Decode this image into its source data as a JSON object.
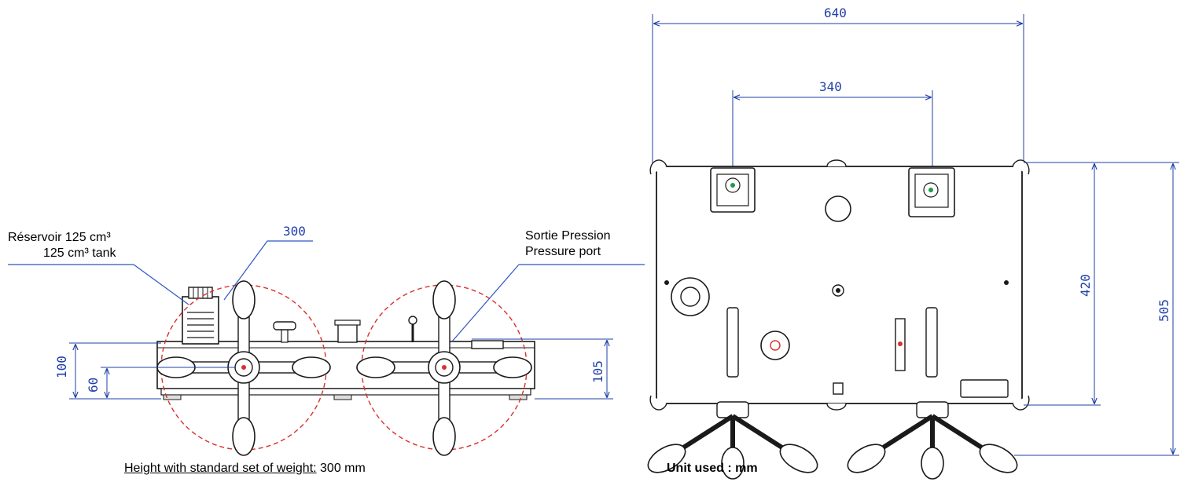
{
  "side_view": {
    "dimensions": {
      "swing_diameter": "300",
      "height_left": "100",
      "axis_height": "60",
      "height_right": "105"
    },
    "callouts": {
      "tank_fr": "Réservoir 125 cm³",
      "tank_en": "125 cm³ tank",
      "port_fr": "Sortie Pression",
      "port_en": "Pressure port"
    }
  },
  "top_view": {
    "dimensions": {
      "overall_width": "640",
      "column_spacing": "340",
      "body_depth": "420",
      "overall_depth": "505"
    }
  },
  "footer": {
    "height_label": "Height with standard set of weight:",
    "height_value": " 300 mm",
    "unit_label": "Unit used  : mm"
  },
  "colors": {
    "drawing": "#1a1a1a",
    "dimension": "#1f3fa8",
    "swing_circle": "#d9302c",
    "callout_line": "#2f56c4"
  }
}
